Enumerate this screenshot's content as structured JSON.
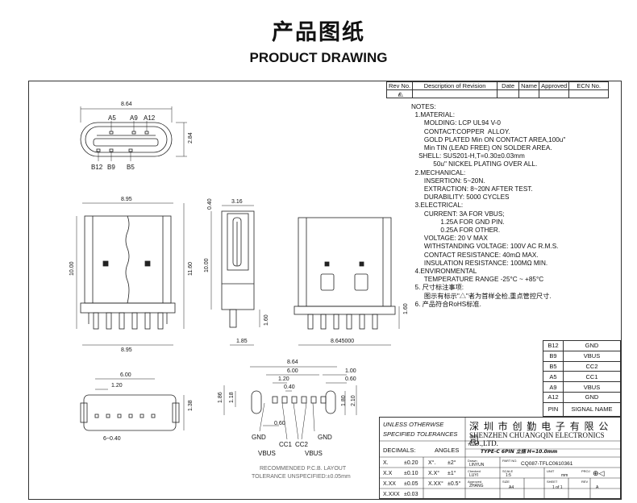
{
  "header": {
    "title_cn": "产品图纸",
    "title_en": "PRODUCT DRAWING"
  },
  "revision": {
    "headers": [
      "Rev No.",
      "Description of Revision",
      "Date",
      "Name",
      "Approved",
      "ECN No."
    ],
    "mark": "A"
  },
  "notes": [
    "NOTES:",
    "  1.MATERIAL:",
    "       MOLDING: LCP UL94 V-0",
    "       CONTACT:COPPER  ALLOY.",
    "       GOLD PLATED Min ON CONTACT AREA,100u\"",
    "       Min TIN (LEAD FREE) ON SOLDER AREA.",
    "    SHELL: SUS201-H,T=0.30±0.03mm",
    "            50u\" NICKEL PLATING OVER ALL.",
    "  2.MECHANICAL:",
    "       INSERTION: 5~20N.",
    "       EXTRACTION: 8~20N AFTER TEST.",
    "       DURABILITY: 5000 CYCLES",
    "  3.ELECTRICAL:",
    "       CURRENT: 3A FOR VBUS;",
    "                1.25A FOR GND PIN.",
    "                0.25A FOR OTHER.",
    "       VOLTAGE: 20 V MAX",
    "       WITHSTANDING VOLTAGE: 100V AC R.M.S.",
    "       CONTACT RESISTANCE: 40mΩ MAX.",
    "       INSULATION RESISTANCE: 100MΩ MIN.",
    "  4.ENVIRONMENTAL",
    "       TEMPERATURE RANGE -25°C ~ +85°C",
    "  5. 尺寸标注事项:",
    "       图示有标示\"△\"者为首样全检,重点管控尺寸.",
    "  6. 产品符合RoHS标准."
  ],
  "pins": [
    {
      "pin": "B12",
      "signal": "GND"
    },
    {
      "pin": "B9",
      "signal": "VBUS"
    },
    {
      "pin": "B5",
      "signal": "CC2"
    },
    {
      "pin": "A5",
      "signal": "CC1"
    },
    {
      "pin": "A9",
      "signal": "VBUS"
    },
    {
      "pin": "A12",
      "signal": "GND"
    },
    {
      "pin": "PIN",
      "signal": "SIGNAL NAME"
    }
  ],
  "title_block": {
    "unless": "UNLESS OTHERWSE",
    "specified": "SPECIFIED TOLERANCES",
    "company_cn": "深 圳 市 创 勤 电 子 有 限 公 司",
    "company_en": "SHENZHEN CHUANGQIN ELECTRONICS CO.,LTD.",
    "decimals": "DECIMALS:",
    "angles": "ANGLES",
    "title_label": "TITLE:",
    "title": "TYPE-C 6PIN 立插 H=10.0mm",
    "tol": [
      [
        "X.",
        "±0.20",
        "X°.",
        "±2°"
      ],
      [
        "X.X",
        "±0.10",
        "X.X°",
        "±1°"
      ],
      [
        "X.XX",
        "±0.05",
        "X.XX°",
        "±0.5°"
      ],
      [
        "X.XXX",
        "±0.03",
        "",
        ""
      ]
    ],
    "drawn_label": "Drawn",
    "drawn": "LINYUN",
    "partno_label": "PART NO.",
    "partno": "CQ087-TFLC0610361",
    "checked_label": "Checked",
    "checked": "LUYI",
    "scale_label": "SCALE",
    "scale": "1:5",
    "unit_label": "UNIT",
    "unit": "mm",
    "proj_label": "PROJ",
    "approved_label": "Approved",
    "approved": "ZHANG",
    "size_label": "SIZE",
    "size": "A4",
    "sheet_label": "SHEET",
    "sheet": "1 of 1",
    "rev_label": "REV",
    "rev": "A"
  },
  "dims": {
    "top_width": "8.64",
    "top_height": "2.84",
    "top_pins_upper": [
      "A5",
      "A9",
      "A12"
    ],
    "top_pins_lower": [
      "B12",
      "B9",
      "B5"
    ],
    "front_width_top": "8.95",
    "front_width_bot": "8.95",
    "front_height": "10.00",
    "front_height2": "11.60",
    "side_top": "3.16",
    "side_top2": "0.40",
    "side_height": "10.00",
    "side_tail": "1.60",
    "side_bottom": "1.85",
    "rear_width": "8.645000",
    "rear_tail": "1.60",
    "bot_width": "6.00",
    "bot_pitch": "1.20",
    "bot_side": "1.38",
    "bot_label": "6~0.40",
    "pcb_w1": "8.64",
    "pcb_w2": "6.00",
    "pcb_w3": "1.20",
    "pcb_w4": "0.40",
    "pcb_r1": "1.00",
    "pcb_r2": "0.60",
    "pcb_h1": "1.80",
    "pcb_h2": "2.10",
    "pcb_l1": "1.86",
    "pcb_l2": "1.18",
    "pcb_pad": "0.60",
    "pcb_labels": [
      "GND",
      "VBUS",
      "CC1",
      "CC2",
      "VBUS",
      "GND"
    ],
    "pcb_caption1": "RECOMMENDED  P.C.B.  LAYOUT",
    "pcb_caption2": "TOLERANCE  UNSPECIFIED:±0.05mm"
  }
}
